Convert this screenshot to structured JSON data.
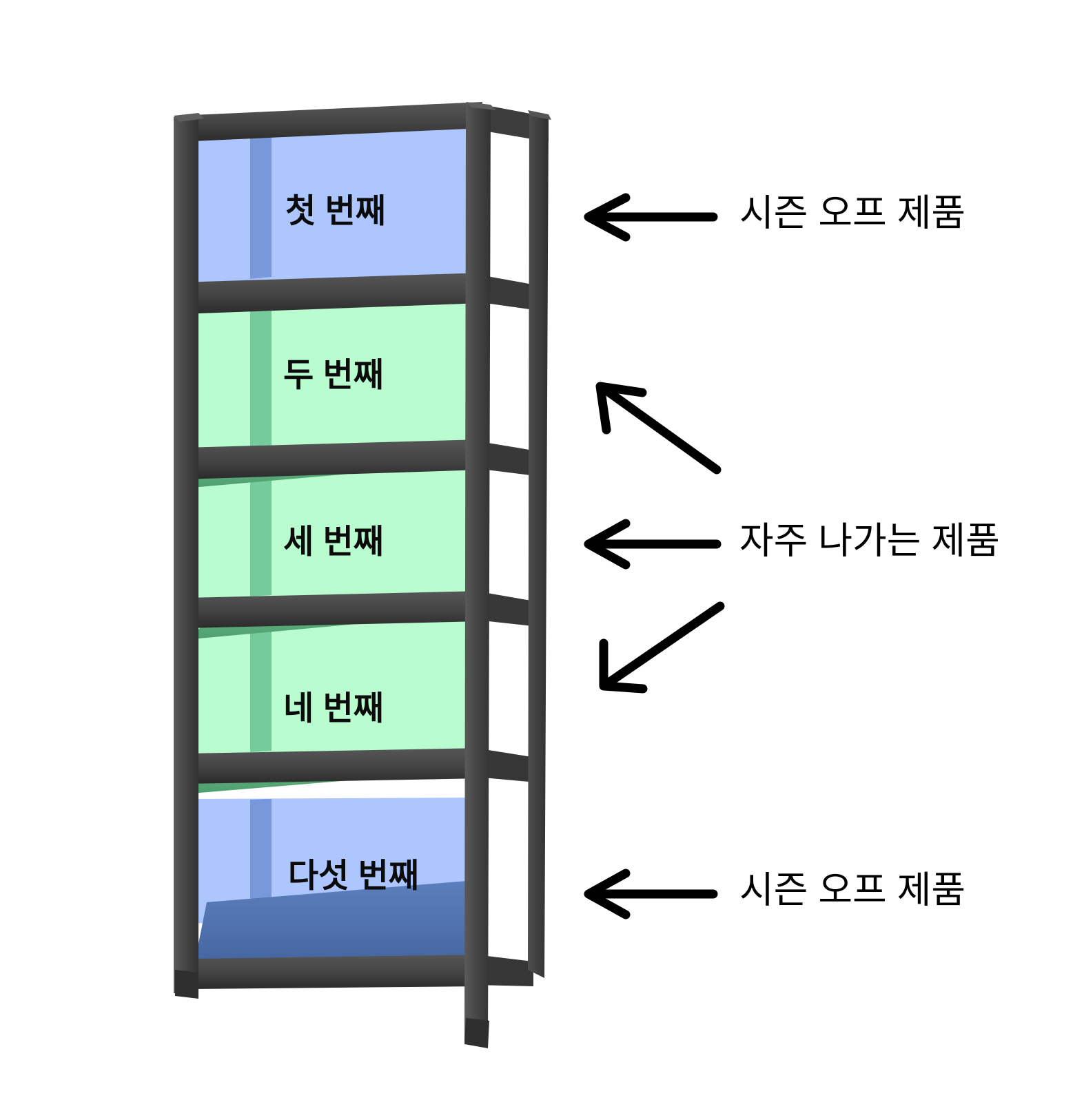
{
  "scene": {
    "background_color": "#FFFFFF",
    "subject": "five-tier-metal-shelving-unit"
  },
  "colors": {
    "frame_dark": "#454545",
    "frame_mid": "#3E3E3E",
    "frame_edge": "#2C2C2C",
    "frame_highlight": "#6A6A6A",
    "back_blue": "#AEC6FE",
    "back_green": "#B8FCD0",
    "shelf_blue": "#4C6DAB",
    "shelf_green": "#5BAD7D",
    "side_blue": "#6E8FD4",
    "side_green": "#64BE8E",
    "text_black": "#0B0B0B",
    "arrow_black": "#000000"
  },
  "shelves": [
    {
      "id": "shelf-1",
      "label": "첫 번째",
      "zone": "blue",
      "order": 1
    },
    {
      "id": "shelf-2",
      "label": "두 번째",
      "zone": "green",
      "order": 2
    },
    {
      "id": "shelf-3",
      "label": "세 번째",
      "zone": "green",
      "order": 3
    },
    {
      "id": "shelf-4",
      "label": "네 번째",
      "zone": "green",
      "order": 4
    },
    {
      "id": "shelf-5",
      "label": "다섯 번째",
      "zone": "blue",
      "order": 5
    }
  ],
  "annotations": [
    {
      "id": "annotation-top",
      "label": "시즌 오프 제품",
      "arrow_kind": "horizontal-left",
      "targets": [
        "shelf-1"
      ]
    },
    {
      "id": "annotation-middle",
      "label": "자주 나가는 제품",
      "arrow_kind": "three-arrows-fan",
      "targets": [
        "shelf-2",
        "shelf-3",
        "shelf-4"
      ]
    },
    {
      "id": "annotation-bottom",
      "label": "시즌 오프 제품",
      "arrow_kind": "horizontal-left",
      "targets": [
        "shelf-5"
      ]
    }
  ]
}
